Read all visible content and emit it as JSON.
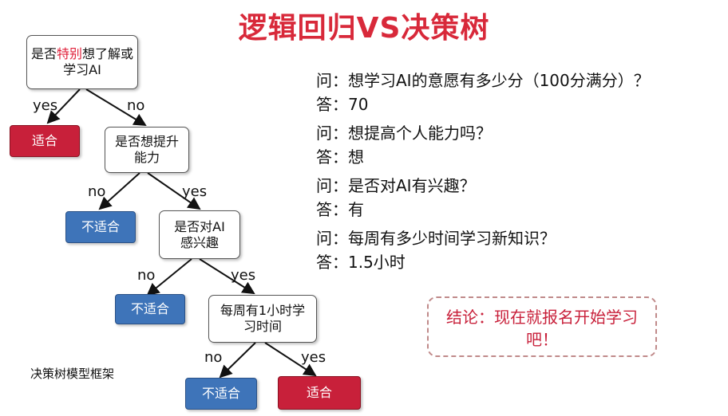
{
  "title": "逻辑回归VS决策树",
  "tree": {
    "q1": {
      "before": "是否",
      "highlight": "特别",
      "after": "想了解或学习AI"
    },
    "q2": "是否想提升能力",
    "q3": "是否对AI感兴趣",
    "q4": "每周有1小时学习时间",
    "leaf_fit": "适合",
    "leaf_unfit": "不适合",
    "yes": "yes",
    "no": "no",
    "caption": "决策树模型框架"
  },
  "qa": [
    {
      "q": "问：想学习AI的意愿有多少分（100分满分）？",
      "a": "答：70"
    },
    {
      "q": "问：想提高个人能力吗？",
      "a": "答：想"
    },
    {
      "q": "问：是否对AI有兴趣？",
      "a": "答：有"
    },
    {
      "q": "问：每周有多少时间学习新知识？",
      "a": "答：1.5小时"
    }
  ],
  "conclusion": "结论：现在就报名开始学习吧！",
  "colors": {
    "title": "#d8293a",
    "fit": "#c8203a",
    "unfit": "#3e74b9",
    "highlight": "#e0203a"
  }
}
